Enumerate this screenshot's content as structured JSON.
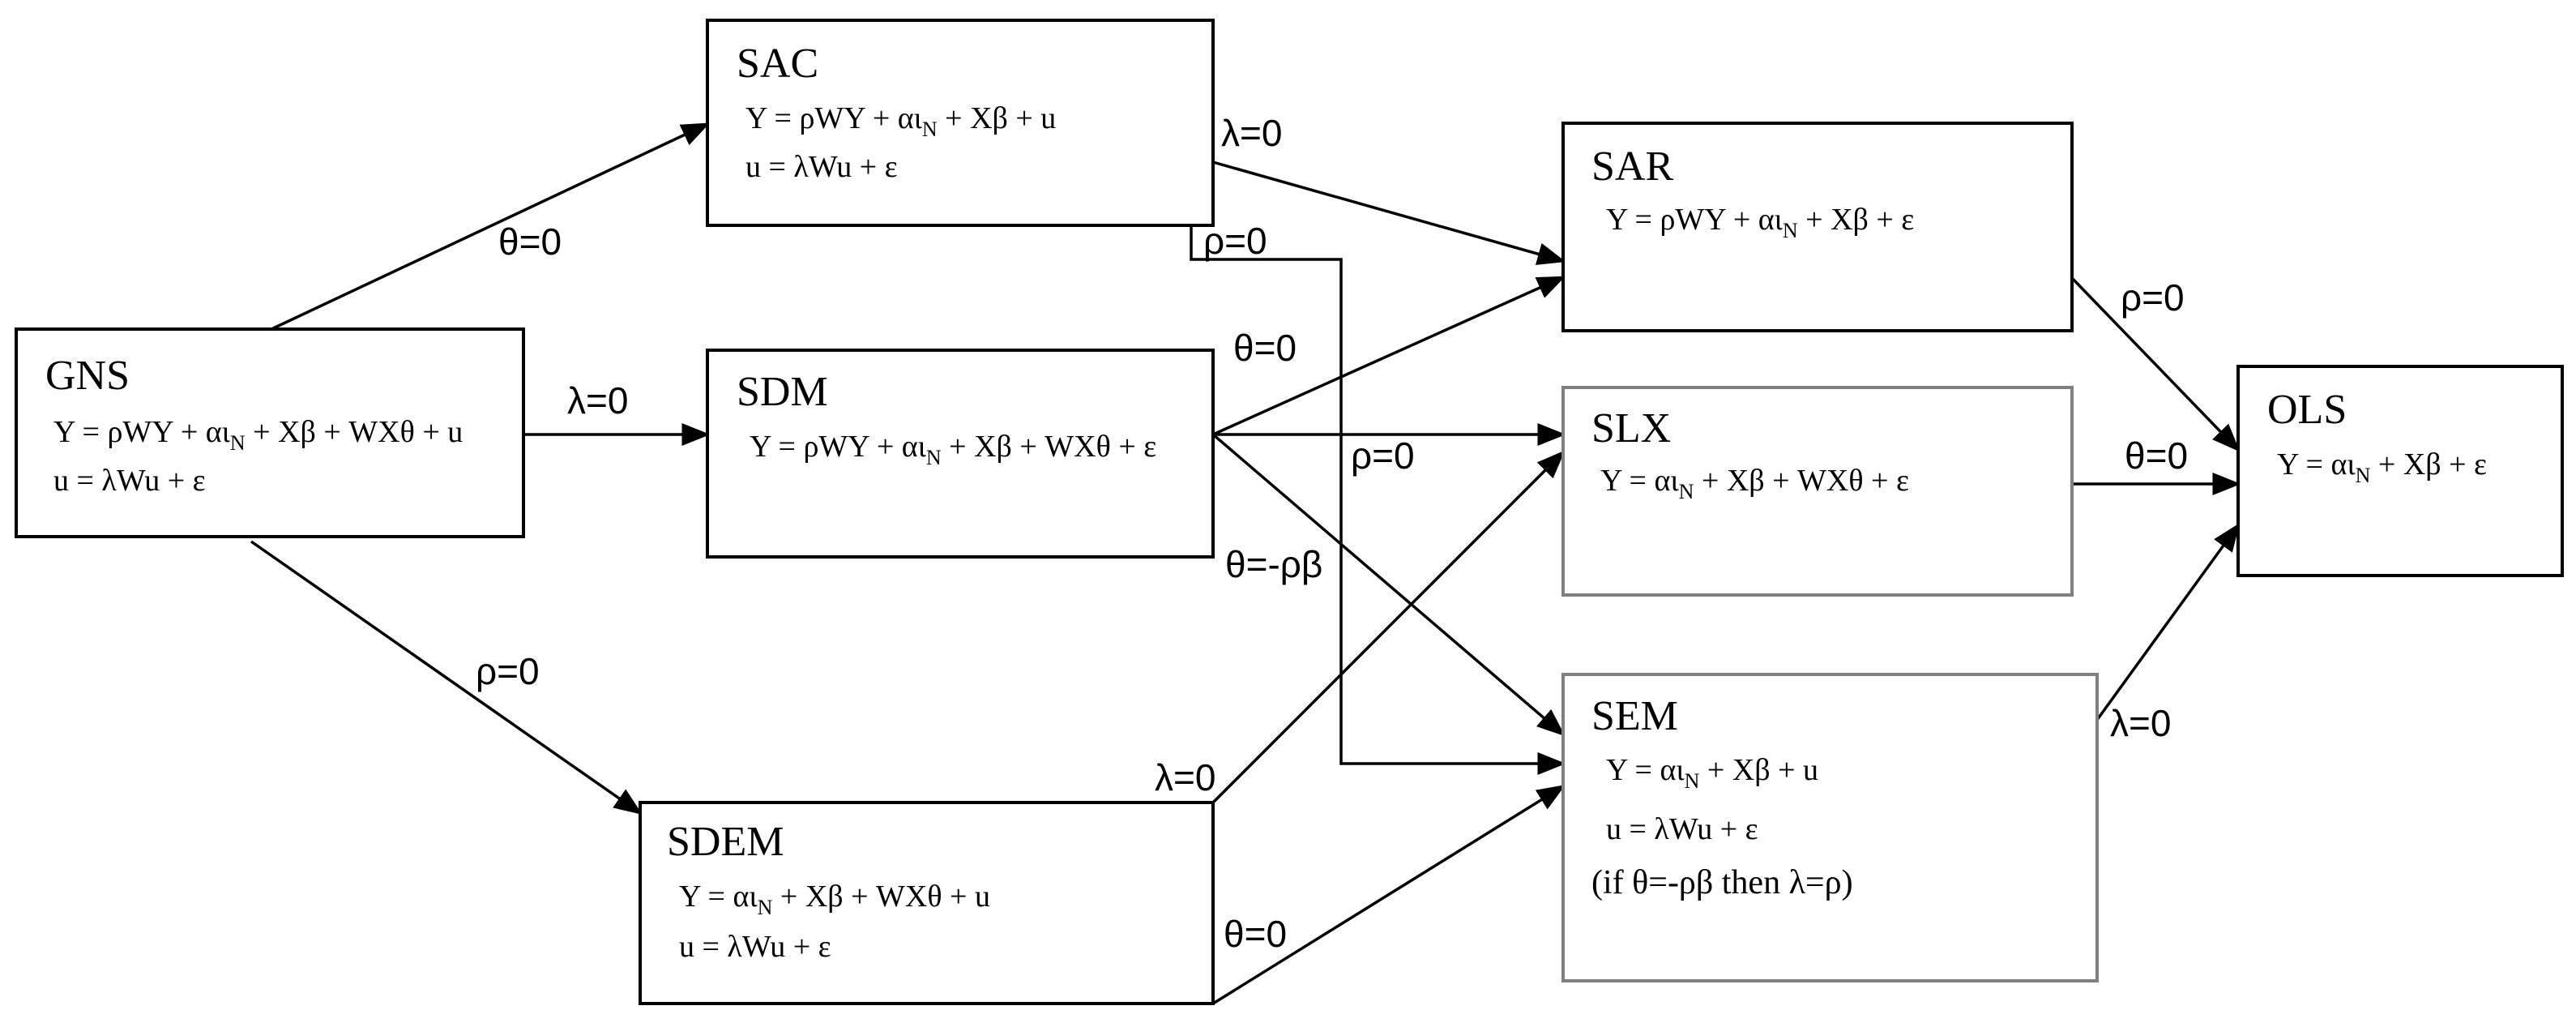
{
  "colors": {
    "box_border_dark": "#000000",
    "box_border_gray": "#808080",
    "line": "#000000",
    "text": "#000000"
  },
  "nodes": {
    "gns": {
      "title": "GNS",
      "eq1": [
        "Y = ρWY + αι",
        "N",
        " + Xβ + WXθ + u"
      ],
      "eq2": "u = λWu + ε"
    },
    "sac": {
      "title": "SAC",
      "eq1": [
        "Y = ρWY + αι",
        "N",
        " + Xβ + u"
      ],
      "eq2": "u = λWu + ε"
    },
    "sdm": {
      "title": "SDM",
      "eq1": [
        "Y = ρWY + αι",
        "N",
        " + Xβ + WXθ + ε"
      ]
    },
    "sdem": {
      "title": "SDEM",
      "eq1": [
        "Y = αι",
        "N",
        " + Xβ + WXθ + u"
      ],
      "eq2": "u = λWu + ε"
    },
    "sar": {
      "title": "SAR",
      "eq1": [
        "Y = ρWY + αι",
        "N",
        " + Xβ + ε"
      ]
    },
    "slx": {
      "title": "SLX",
      "eq1": [
        "Y = αι",
        "N",
        " + Xβ + WXθ + ε"
      ]
    },
    "sem": {
      "title": "SEM",
      "eq1": [
        "Y = αι",
        "N",
        " + Xβ + u"
      ],
      "eq2": "u = λWu + ε",
      "note": "(if θ=-ρβ then λ=ρ)"
    },
    "ols": {
      "title": "OLS",
      "eq1": [
        "Y = αι",
        "N",
        " + Xβ + ε"
      ]
    }
  },
  "edges": {
    "gns_sac": "θ=0",
    "gns_sdm": "λ=0",
    "gns_sdem": "ρ=0",
    "sac_sar": "λ=0",
    "sac_sem": "ρ=0",
    "sdm_sar": "θ=0",
    "sdm_slx": "ρ=0",
    "sdm_sem": "θ=-ρβ",
    "sdem_slx": "λ=0",
    "sdem_sem": "θ=0",
    "sar_ols": "ρ=0",
    "slx_ols": "θ=0",
    "sem_ols": "λ=0"
  }
}
